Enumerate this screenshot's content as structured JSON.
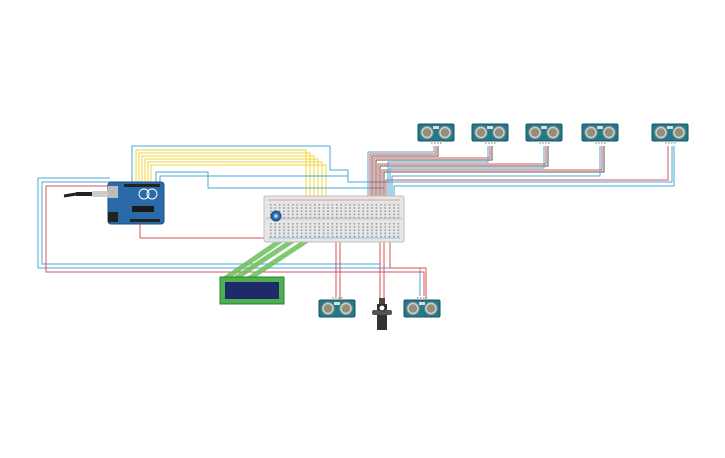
{
  "colors": {
    "background": "#ffffff",
    "wire_blue": "#4aa8d8",
    "wire_red": "#d9534f",
    "wire_yellow": "#f2d43a",
    "wire_green": "#6dbf5b",
    "wire_black": "#333333",
    "pcb_teal": "#1f7a8c",
    "arduino_blue": "#2a6aa8",
    "breadboard": "#e6e6e6",
    "lcd_screen": "#1f2a6b",
    "lcd_frame": "#4caf50"
  },
  "icons": {
    "arduino": "arduino-uno-board-icon",
    "usb_cable": "usb-cable-icon",
    "breadboard": "breadboard-icon",
    "potentiometer": "potentiometer-icon",
    "lcd": "lcd-16x2-display-icon",
    "ultrasonic": "ultrasonic-sensor-hc-sr04-icon",
    "servo": "servo-motor-icon"
  },
  "components": {
    "top_sensor_count": 5,
    "bottom_sensor_count": 2,
    "servo_count": 1
  }
}
